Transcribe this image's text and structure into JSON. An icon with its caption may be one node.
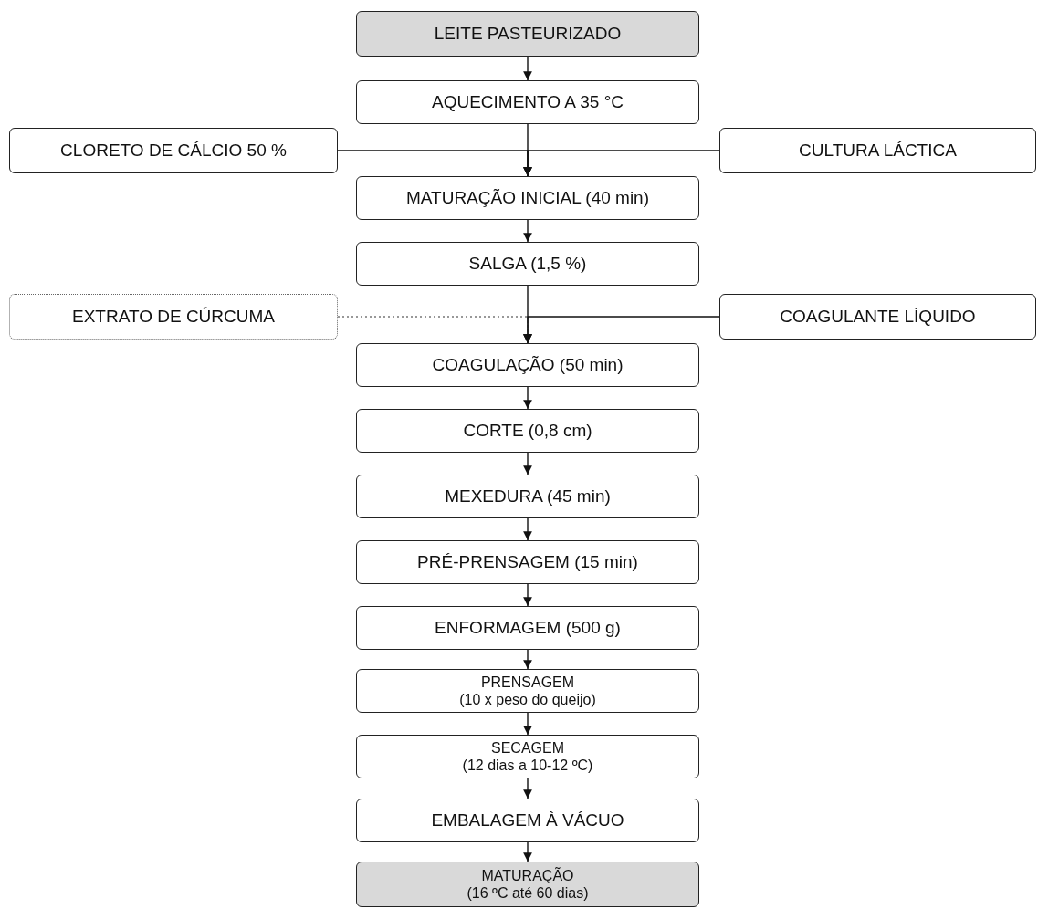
{
  "diagram": {
    "nodes": [
      {
        "text": [
          "LEITE PASTEURIZADO"
        ]
      },
      {
        "text": [
          "AQUECIMENTO A 35 °C"
        ]
      },
      {
        "text": [
          "CLORETO DE CÁLCIO 50 %"
        ]
      },
      {
        "text": [
          "CULTURA LÁCTICA"
        ]
      },
      {
        "text": [
          "MATURAÇÃO INICIAL (40 min)"
        ]
      },
      {
        "text": [
          "SALGA (1,5 %)"
        ]
      },
      {
        "text": [
          "EXTRATO DE CÚRCUMA"
        ]
      },
      {
        "text": [
          "COAGULANTE LÍQUIDO"
        ]
      },
      {
        "text": [
          "COAGULAÇÃO (50 min)"
        ]
      },
      {
        "text": [
          "CORTE (0,8 cm)"
        ]
      },
      {
        "text": [
          "MEXEDURA (45 min)"
        ]
      },
      {
        "text": [
          "PRÉ-PRENSAGEM (15 min)"
        ]
      },
      {
        "text": [
          "ENFORMAGEM (500 g)"
        ]
      },
      {
        "text": [
          "PRENSAGEM",
          "(10 x peso do queijo)"
        ]
      },
      {
        "text": [
          "SECAGEM",
          "(12 dias a 10-12 ºC)"
        ]
      },
      {
        "text": [
          "EMBALAGEM À VÁCUO"
        ]
      },
      {
        "text": [
          "MATURAÇÃO",
          "(16 ºC até 60 dias)"
        ]
      }
    ],
    "edges": [
      {
        "from": 0,
        "to": 1,
        "arrow": "to"
      },
      {
        "from": 1,
        "to": 4,
        "arrow": "to"
      },
      {
        "from": 2,
        "to": 4,
        "arrow": "to"
      },
      {
        "from": 3,
        "to": 4,
        "arrow": "to"
      },
      {
        "from": 4,
        "to": 5,
        "arrow": "to"
      },
      {
        "from": 5,
        "to": 8,
        "arrow": "to"
      },
      {
        "from": 6,
        "to": 8,
        "arrow": "to",
        "style": "dashed",
        "color": "#777777"
      },
      {
        "from": 7,
        "to": 8,
        "arrow": "to"
      },
      {
        "from": 8,
        "to": 9,
        "arrow": "to"
      },
      {
        "from": 9,
        "to": 10,
        "arrow": "to"
      },
      {
        "from": 10,
        "to": 11,
        "arrow": "to"
      },
      {
        "from": 11,
        "to": 12,
        "arrow": "to"
      },
      {
        "from": 12,
        "to": 13,
        "arrow": "to"
      },
      {
        "from": 13,
        "to": 14,
        "arrow": "to"
      },
      {
        "from": 14,
        "to": 15,
        "arrow": "to"
      },
      {
        "from": 15,
        "to": 16,
        "arrow": "to"
      }
    ]
  }
}
